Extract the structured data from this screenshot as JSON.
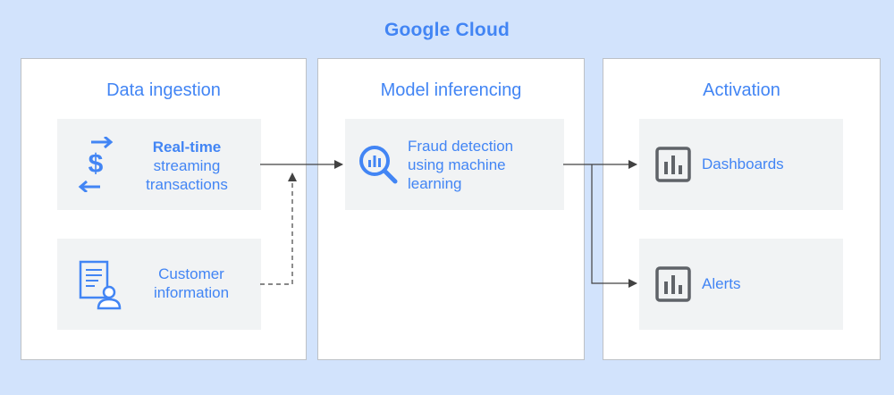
{
  "header": {
    "title": "Google Cloud"
  },
  "columns": {
    "ingestion": {
      "title": "Data ingestion",
      "transactions": {
        "line1": "Real-time",
        "line2": "streaming",
        "line3": "transactions",
        "icon": "dollar-transfer-icon"
      },
      "customer": {
        "line1": "Customer",
        "line2": "information",
        "icon": "customer-document-icon"
      }
    },
    "inferencing": {
      "title": "Model inferencing",
      "fraud": {
        "line1": "Fraud detection",
        "line2": "using machine",
        "line3": "learning",
        "icon": "bigquery-icon"
      }
    },
    "activation": {
      "title": "Activation",
      "dashboards": {
        "label": "Dashboards",
        "icon": "bar-chart-icon"
      },
      "alerts": {
        "label": "Alerts",
        "icon": "bar-chart-icon"
      }
    }
  },
  "colors": {
    "accent": "#4285f4",
    "background": "#d2e3fc",
    "card": "#f1f3f4",
    "icon_dark": "#5f6368",
    "line": "#424242"
  }
}
